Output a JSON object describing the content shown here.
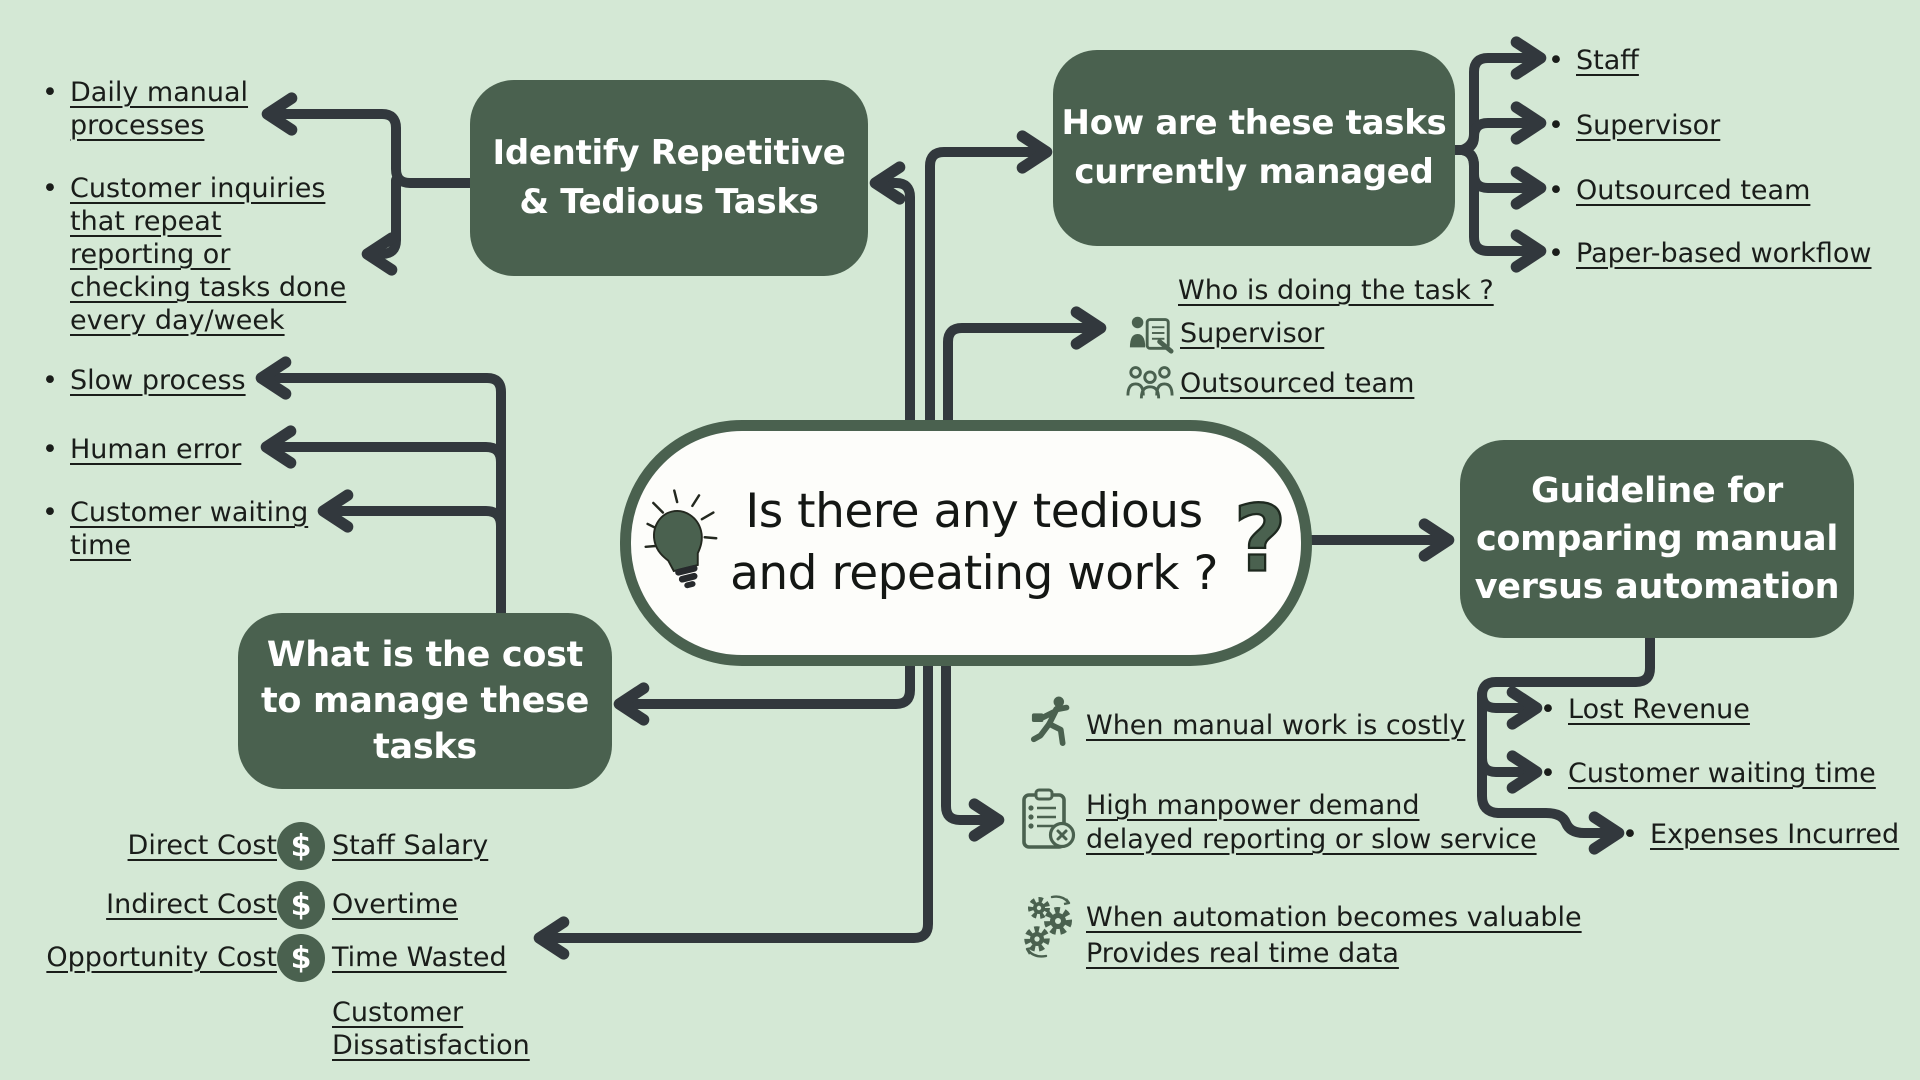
{
  "colors": {
    "background": "#d4e8d5",
    "box_green": "#4a614f",
    "connector": "#32383d",
    "text": "#1a1d1a"
  },
  "center": {
    "lines": [
      "Is there any tedious",
      "and repeating work ?"
    ],
    "qmark": "?"
  },
  "boxes": {
    "identify": {
      "lines": [
        "Identify Repetitive",
        "& Tedious Tasks"
      ]
    },
    "managed": {
      "lines": [
        "How are these tasks",
        "currently managed"
      ]
    },
    "guideline": {
      "lines": [
        "Guideline for",
        "comparing manual",
        "versus automation"
      ]
    },
    "cost": {
      "lines": [
        "What is the cost",
        "to manage these",
        "tasks"
      ]
    }
  },
  "lists": {
    "identify_items": [
      "Daily manual processes",
      "Customer inquiries that repeat reporting or checking tasks done every day/week"
    ],
    "managed_items": [
      "Staff",
      "Supervisor",
      "Outsourced team",
      "Paper-based workflow"
    ],
    "pain_items": [
      "Slow process",
      "Human error",
      "Customer waiting time"
    ],
    "guideline_items": [
      "Lost Revenue",
      "Customer waiting time",
      "Expenses Incurred"
    ]
  },
  "who": {
    "heading": "Who is doing the task ?",
    "items": [
      "Supervisor",
      "Outsourced team"
    ],
    "icons": [
      "supervisor-icon",
      "outsourced-team-icon"
    ]
  },
  "costs": {
    "dollar": "$",
    "rows": [
      {
        "label": "Direct Cost",
        "value": "Staff Salary"
      },
      {
        "label": "Indirect Cost",
        "value": "Overtime"
      },
      {
        "label": "Opportunity Cost",
        "value": "Time Wasted"
      }
    ],
    "extra": "Customer Dissatisfaction"
  },
  "notes": [
    {
      "icon": "runner-icon",
      "lines": [
        "When manual work is costly",
        ""
      ]
    },
    {
      "icon": "clipboard-x-icon",
      "lines": [
        "High manpower demand",
        "delayed reporting or slow service"
      ]
    },
    {
      "icon": "gears-icon",
      "lines": [
        "When automation becomes valuable",
        "Provides real time data"
      ]
    }
  ]
}
